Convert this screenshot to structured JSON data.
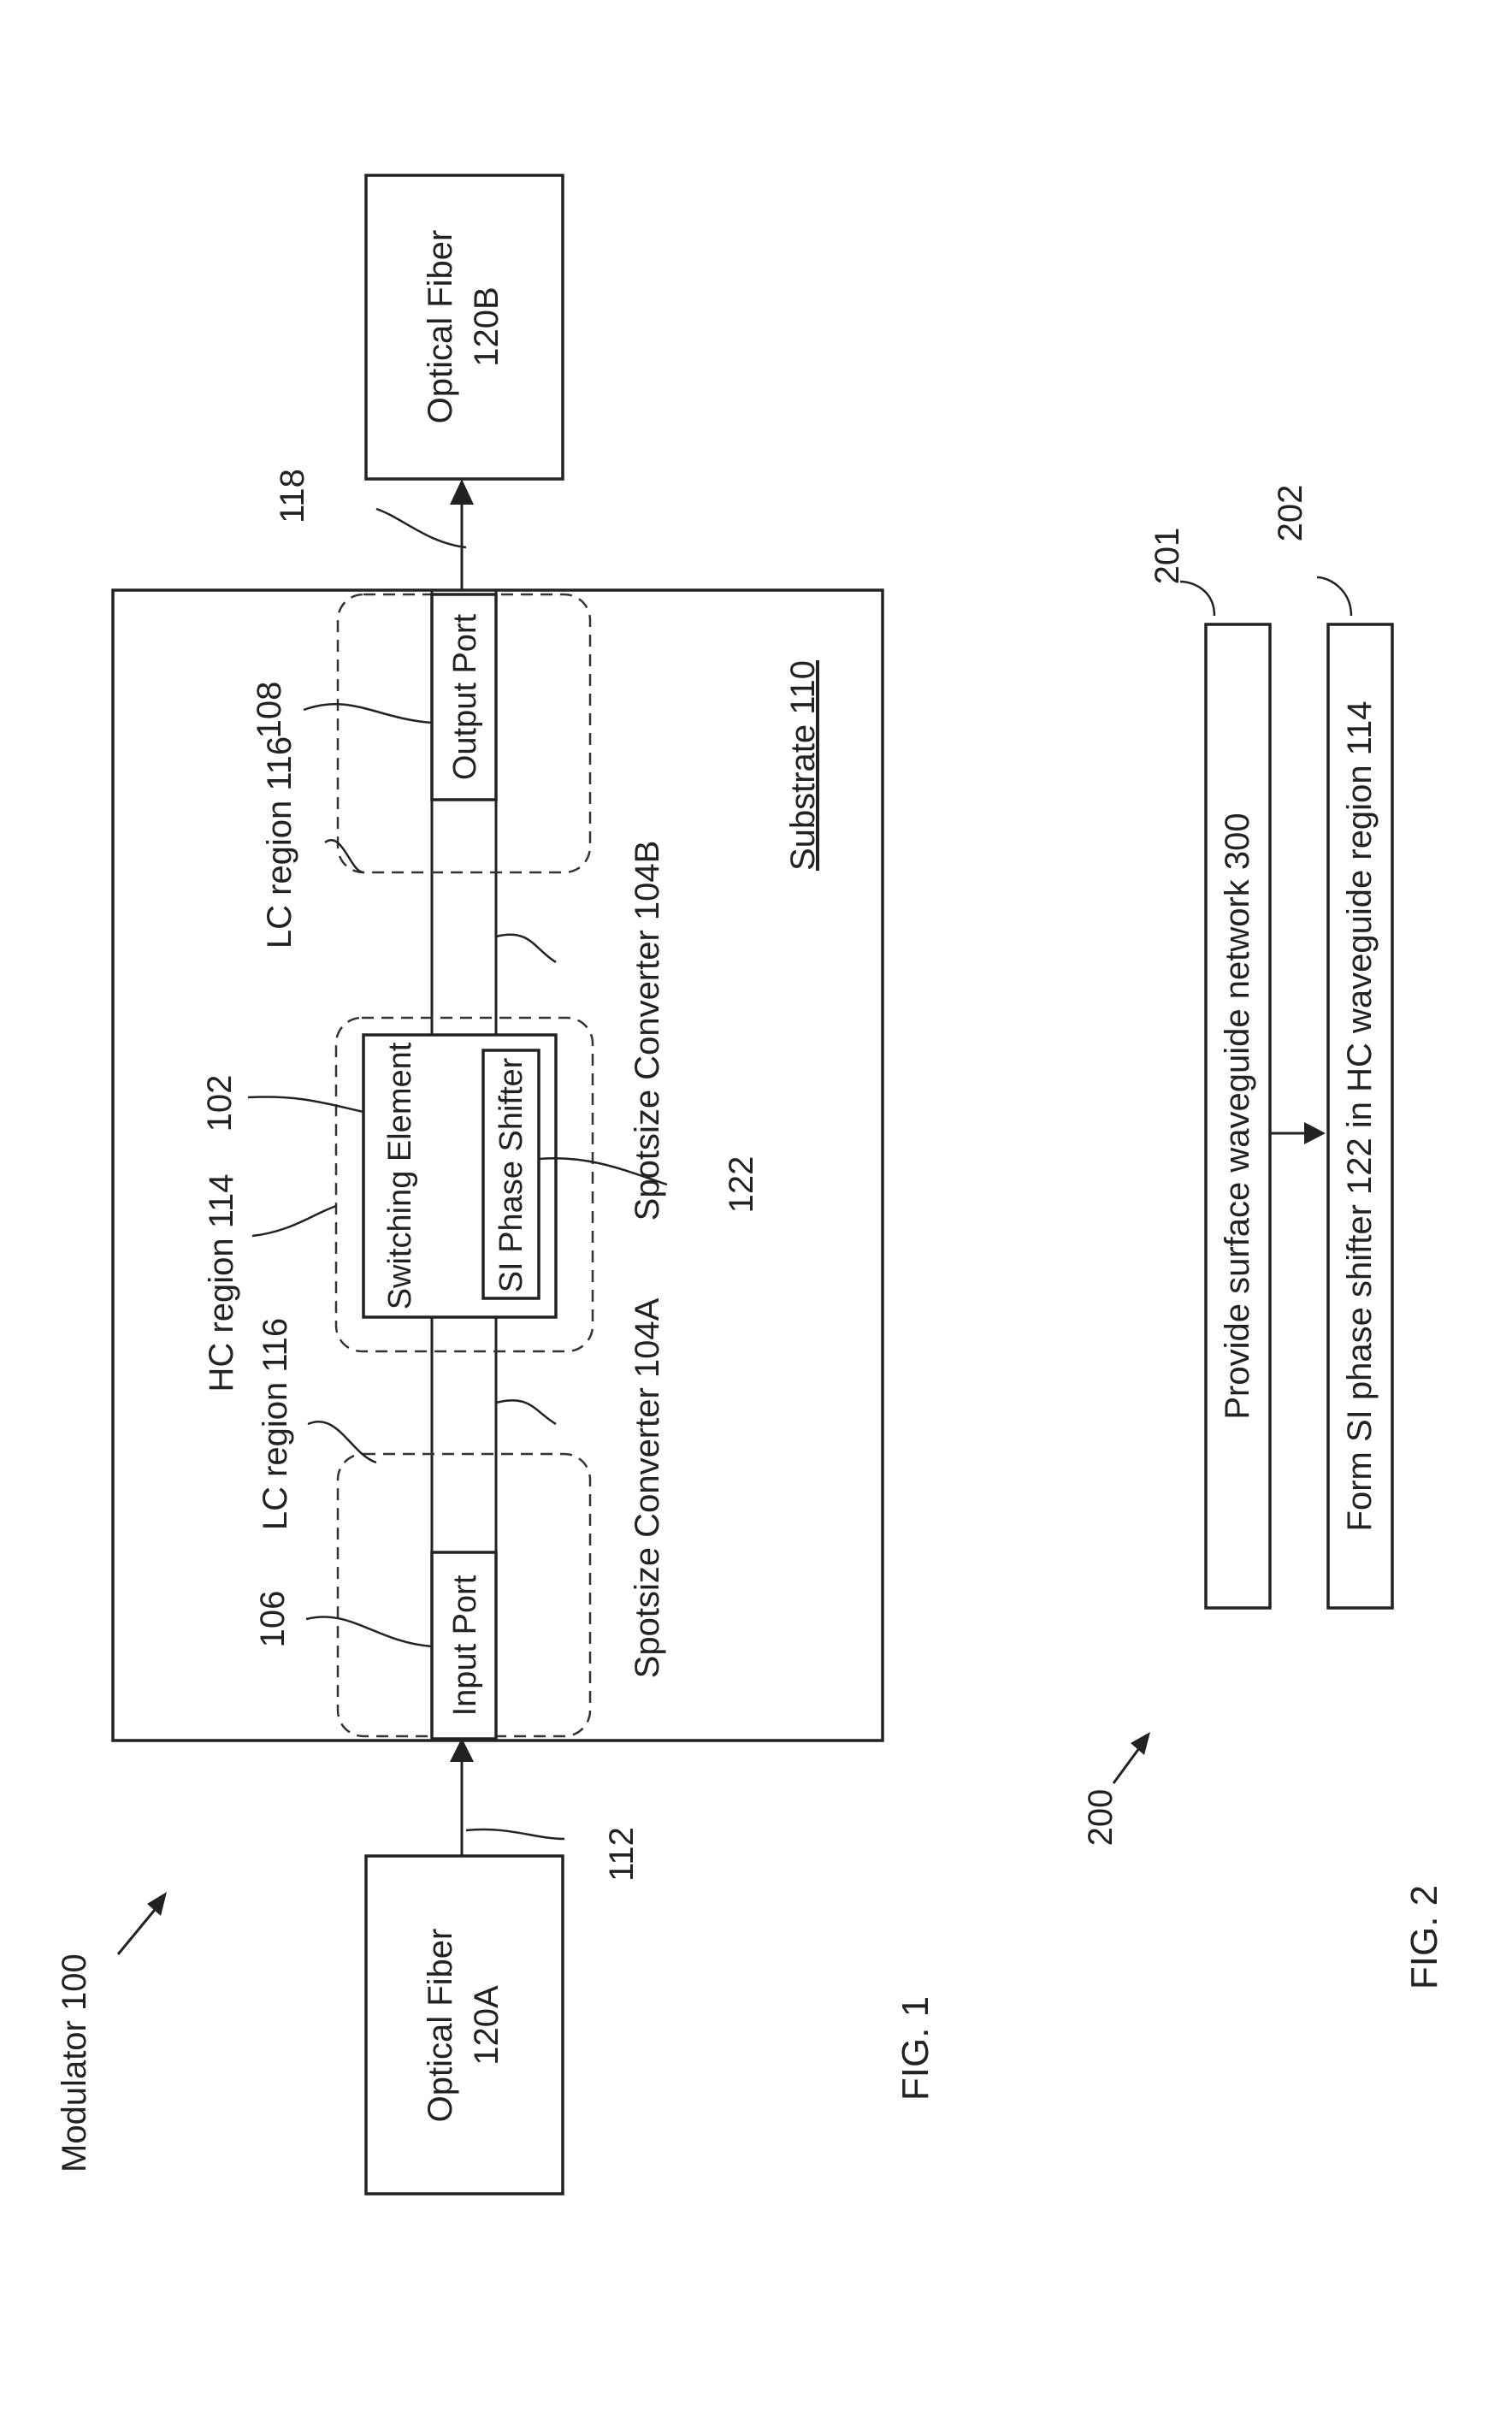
{
  "fig1": {
    "caption": "FIG. 1",
    "modulator_label": "Modulator 100",
    "fiber_in": {
      "line1": "Optical Fiber",
      "line2": "120A"
    },
    "fiber_out": {
      "line1": "Optical Fiber",
      "line2": "120B"
    },
    "ref_112": "112",
    "ref_118": "118",
    "substrate": "Substrate 110",
    "input_port": "Input Port",
    "output_port": "Output Port",
    "ref_106": "106",
    "ref_108": "108",
    "lc_region_left": "LC region 116",
    "lc_region_right": "LC region 116",
    "hc_region": "HC region 114",
    "ref_102": "102",
    "switching_element": "Switching Element",
    "si_phase_shifter": "SI Phase Shifter",
    "ref_122": "122",
    "spotsize_a": "Spotsize Converter 104A",
    "spotsize_b": "Spotsize Converter 104B"
  },
  "fig2": {
    "caption": "FIG. 2",
    "ref_200": "200",
    "ref_201": "201",
    "ref_202": "202",
    "step1": "Provide surface waveguide network 300",
    "step2": "Form SI phase shifter 122 in HC waveguide region 114"
  }
}
